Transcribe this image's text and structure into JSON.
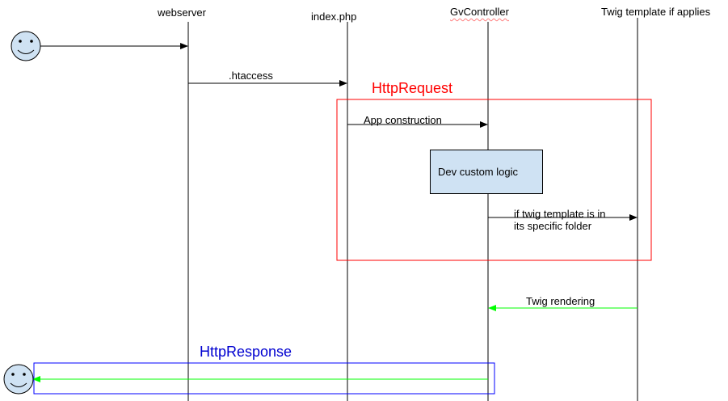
{
  "lifelines": [
    "webserver",
    "index.php",
    "GvController",
    "Twig template if applies"
  ],
  "messages": {
    "htaccess": ".htaccess",
    "app_construction": "App construction",
    "twig_template_line1": "if twig template is in",
    "twig_template_line2": "its specific folder",
    "twig_rendering": "Twig rendering"
  },
  "groups": {
    "request": "HttpRequest",
    "response": "HttpResponse"
  },
  "process": "Dev custom logic",
  "colors": {
    "request_frame": "#ff0000",
    "response_frame": "#0000ff",
    "return_arrow": "#00ff00",
    "process_fill": "#cfe2f3",
    "actor_fill": "#cfe2f3"
  }
}
